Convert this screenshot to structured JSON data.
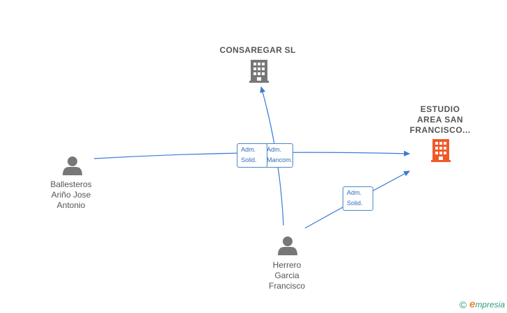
{
  "nodes": {
    "consaregar": {
      "label": "CONSAREGAR SL",
      "type": "company",
      "color": "#777777"
    },
    "estudio": {
      "label_lines": [
        "ESTUDIO",
        "AREA SAN",
        "FRANCISCO..."
      ],
      "type": "company",
      "color": "#f05a28"
    },
    "ballesteros": {
      "label_lines": [
        "Ballesteros",
        "Ariño Jose",
        "Antonio"
      ],
      "type": "person",
      "color": "#777777"
    },
    "herrero": {
      "label_lines": [
        "Herrero",
        "Garcia",
        "Francisco"
      ],
      "type": "person",
      "color": "#777777"
    }
  },
  "edges": [
    {
      "from": "ballesteros",
      "to": "estudio",
      "label_lines": [
        "Adm.",
        "Solid."
      ]
    },
    {
      "from": "herrero",
      "to": "consaregar",
      "label_lines": [
        "Adm.",
        "Mancom."
      ]
    },
    {
      "from": "herrero",
      "to": "estudio",
      "label_lines": [
        "Adm.",
        "Solid."
      ]
    }
  ],
  "colors": {
    "edge": "#3a7bd5",
    "edge_label_border": "#4a86c8"
  },
  "brand": {
    "copyright": "©",
    "initial": "e",
    "name": "mpresia"
  }
}
